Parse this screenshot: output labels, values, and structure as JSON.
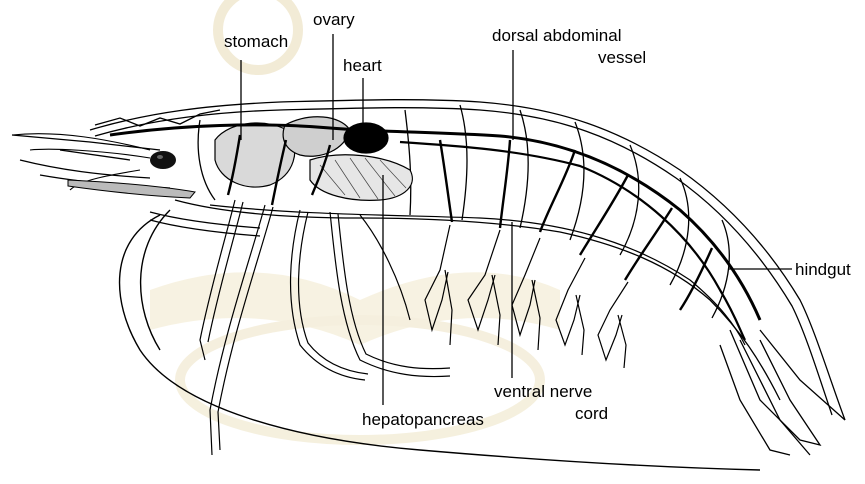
{
  "labels": {
    "stomach": "stomach",
    "ovary": "ovary",
    "heart": "heart",
    "dorsal_line1": "dorsal abdominal",
    "dorsal_line2": "vessel",
    "hindgut": "hindgut",
    "ventral_line1": "ventral nerve",
    "ventral_line2": "cord",
    "hepatopancreas": "hepatopancreas"
  },
  "colors": {
    "line": "#000000",
    "body_fill": "#ffffff",
    "watermark": "#f1ebd3"
  }
}
